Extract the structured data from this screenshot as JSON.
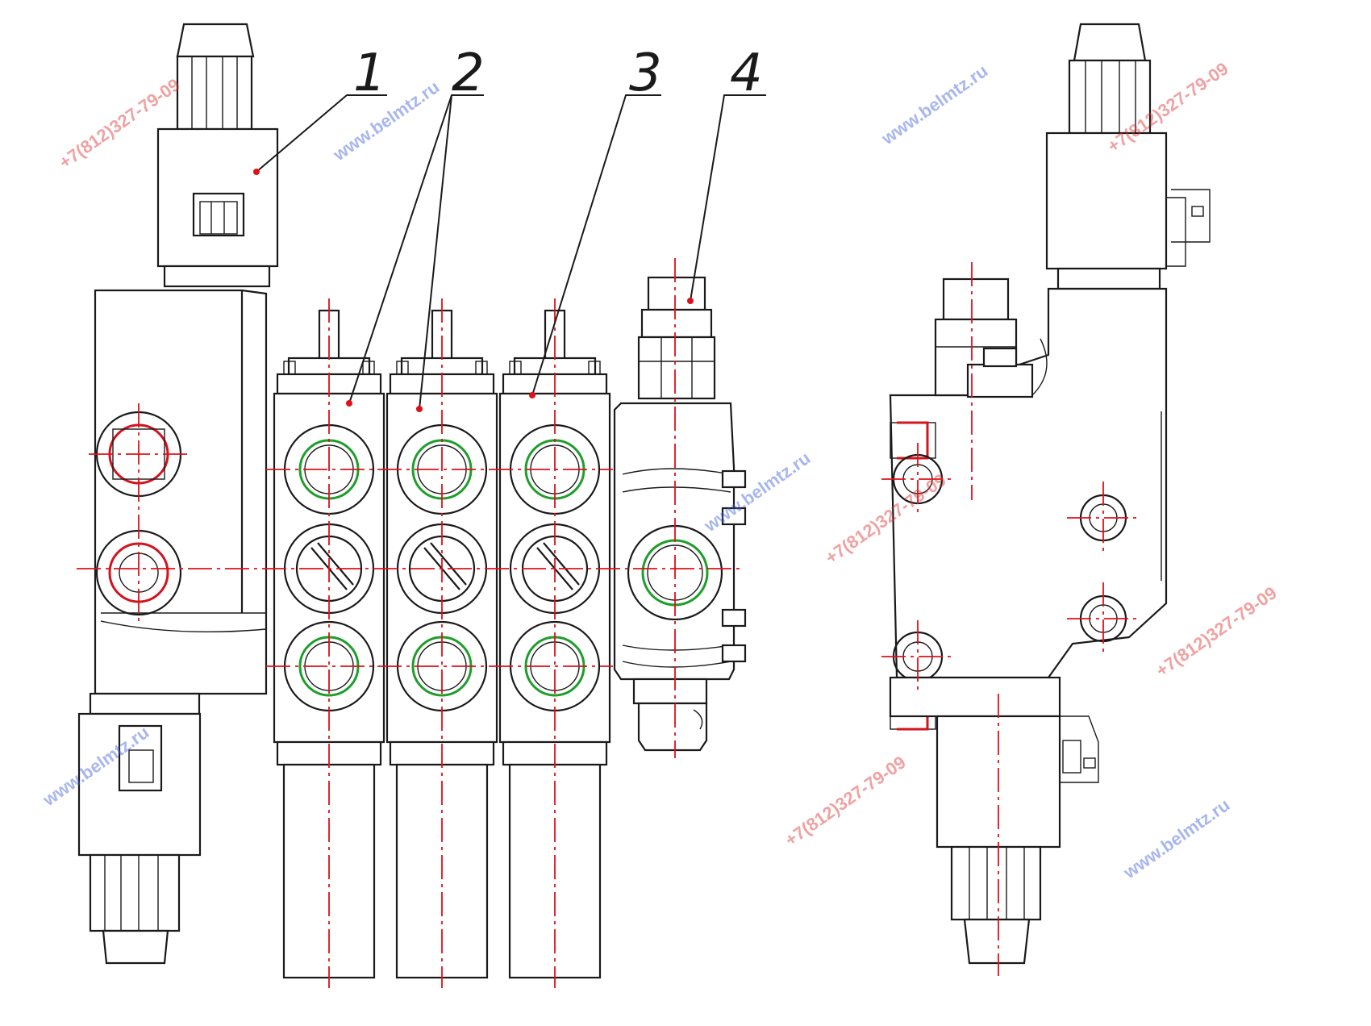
{
  "callouts": [
    "1",
    "2",
    "3",
    "4"
  ],
  "watermarks": {
    "site": "www.belmtz.ru",
    "phone": "+7(812)327-79-09"
  },
  "colors": {
    "centerline": "#e0101a",
    "seal_ring": "#1e9e2a",
    "outline": "#1a1a1a"
  }
}
